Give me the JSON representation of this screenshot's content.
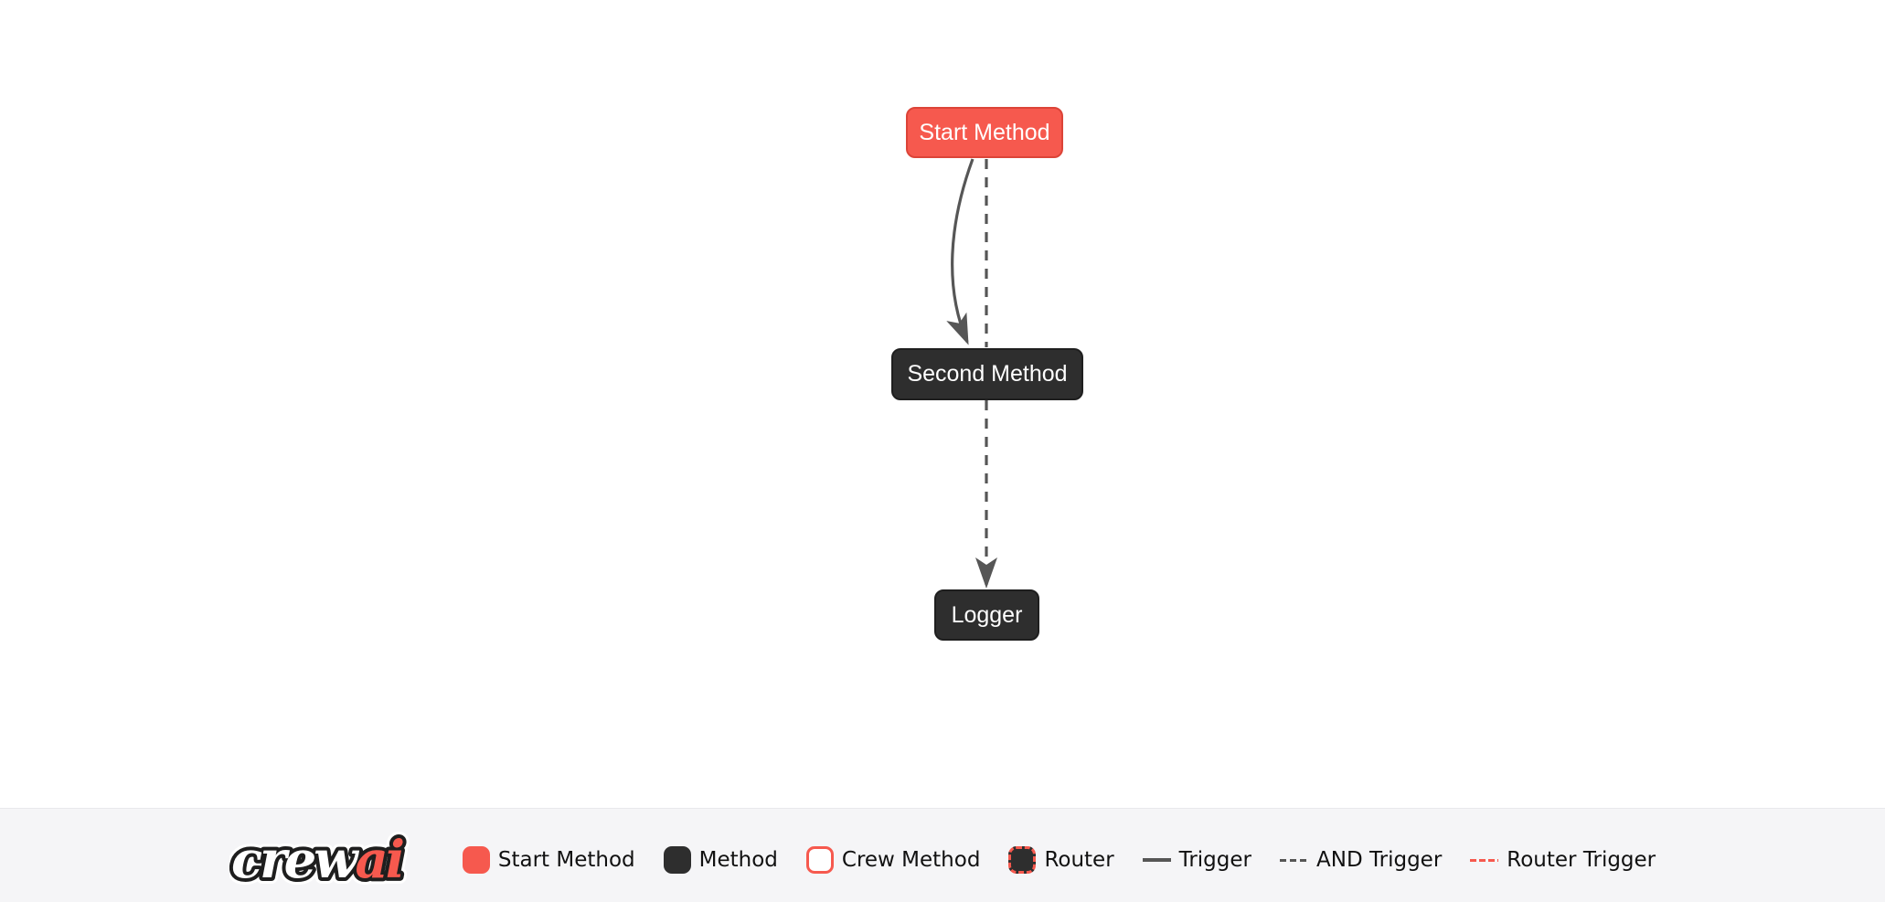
{
  "diagram": {
    "nodes": [
      {
        "id": "start_method",
        "label": "Start Method",
        "type": "start-method"
      },
      {
        "id": "second_method",
        "label": "Second Method",
        "type": "method"
      },
      {
        "id": "logger",
        "label": "Logger",
        "type": "method"
      }
    ],
    "edges": [
      {
        "from": "start_method",
        "to": "second_method",
        "kind": "trigger",
        "style": "solid-curved"
      },
      {
        "from": "start_method",
        "to": "second_method",
        "kind": "and-trigger",
        "style": "dashed-straight"
      },
      {
        "from": "second_method",
        "to": "logger",
        "kind": "and-trigger",
        "style": "dashed-straight-arrow"
      }
    ]
  },
  "legend": {
    "logo": {
      "part1": "crew",
      "part2": "ai"
    },
    "items": [
      {
        "label": "Start Method",
        "swatch": "start-method-box"
      },
      {
        "label": "Method",
        "swatch": "method-box"
      },
      {
        "label": "Crew Method",
        "swatch": "crew-method-box"
      },
      {
        "label": "Router",
        "swatch": "router-box"
      },
      {
        "label": "Trigger",
        "swatch": "solid-line"
      },
      {
        "label": "AND Trigger",
        "swatch": "gray-dashed-line"
      },
      {
        "label": "Router Trigger",
        "swatch": "red-dashed-line"
      }
    ]
  },
  "colors": {
    "accent_red": "#F6594E",
    "accent_red_border": "#DC4438",
    "node_dark": "#2E2E2E",
    "edge_gray": "#565656",
    "legend_background": "#F5F5F7",
    "legend_text": "#111111"
  }
}
